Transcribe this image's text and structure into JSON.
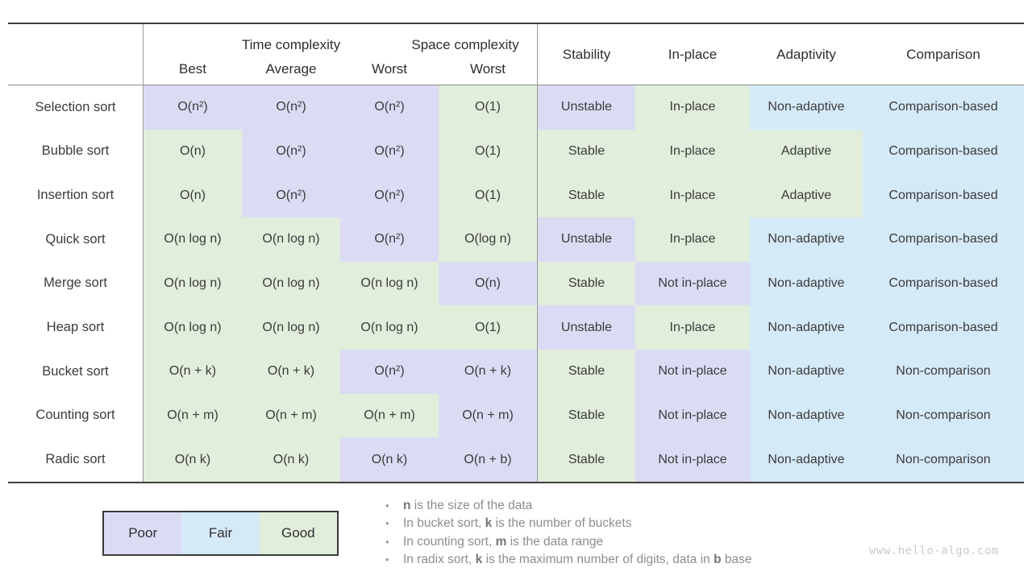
{
  "colors": {
    "poor": "#dbdcf4",
    "fair": "#d5eaf8",
    "good": "#e1eedb"
  },
  "header": {
    "time_group": "Time complexity",
    "space_group": "Space complexity",
    "sub_best": "Best",
    "sub_average": "Average",
    "sub_worst": "Worst",
    "sub_space_worst": "Worst",
    "stability": "Stability",
    "in_place": "In-place",
    "adaptivity": "Adaptivity",
    "comparison": "Comparison"
  },
  "table": {
    "rows": [
      {
        "name": "Selection sort",
        "cells": [
          {
            "text": "O(n²)",
            "tone": "poor"
          },
          {
            "text": "O(n²)",
            "tone": "poor"
          },
          {
            "text": "O(n²)",
            "tone": "poor"
          },
          {
            "text": "O(1)",
            "tone": "good"
          },
          {
            "text": "Unstable",
            "tone": "poor"
          },
          {
            "text": "In-place",
            "tone": "good"
          },
          {
            "text": "Non-adaptive",
            "tone": "fair"
          },
          {
            "text": "Comparison-based",
            "tone": "fair"
          }
        ]
      },
      {
        "name": "Bubble sort",
        "cells": [
          {
            "text": "O(n)",
            "tone": "good"
          },
          {
            "text": "O(n²)",
            "tone": "poor"
          },
          {
            "text": "O(n²)",
            "tone": "poor"
          },
          {
            "text": "O(1)",
            "tone": "good"
          },
          {
            "text": "Stable",
            "tone": "good"
          },
          {
            "text": "In-place",
            "tone": "good"
          },
          {
            "text": "Adaptive",
            "tone": "good"
          },
          {
            "text": "Comparison-based",
            "tone": "fair"
          }
        ]
      },
      {
        "name": "Insertion sort",
        "cells": [
          {
            "text": "O(n)",
            "tone": "good"
          },
          {
            "text": "O(n²)",
            "tone": "poor"
          },
          {
            "text": "O(n²)",
            "tone": "poor"
          },
          {
            "text": "O(1)",
            "tone": "good"
          },
          {
            "text": "Stable",
            "tone": "good"
          },
          {
            "text": "In-place",
            "tone": "good"
          },
          {
            "text": "Adaptive",
            "tone": "good"
          },
          {
            "text": "Comparison-based",
            "tone": "fair"
          }
        ]
      },
      {
        "name": "Quick sort",
        "cells": [
          {
            "text": "O(n log n)",
            "tone": "good"
          },
          {
            "text": "O(n log n)",
            "tone": "good"
          },
          {
            "text": "O(n²)",
            "tone": "poor"
          },
          {
            "text": "O(log n)",
            "tone": "good"
          },
          {
            "text": "Unstable",
            "tone": "poor"
          },
          {
            "text": "In-place",
            "tone": "good"
          },
          {
            "text": "Non-adaptive",
            "tone": "fair"
          },
          {
            "text": "Comparison-based",
            "tone": "fair"
          }
        ]
      },
      {
        "name": "Merge sort",
        "cells": [
          {
            "text": "O(n log n)",
            "tone": "good"
          },
          {
            "text": "O(n log n)",
            "tone": "good"
          },
          {
            "text": "O(n log n)",
            "tone": "good"
          },
          {
            "text": "O(n)",
            "tone": "poor"
          },
          {
            "text": "Stable",
            "tone": "good"
          },
          {
            "text": "Not in-place",
            "tone": "poor"
          },
          {
            "text": "Non-adaptive",
            "tone": "fair"
          },
          {
            "text": "Comparison-based",
            "tone": "fair"
          }
        ]
      },
      {
        "name": "Heap sort",
        "cells": [
          {
            "text": "O(n log n)",
            "tone": "good"
          },
          {
            "text": "O(n log n)",
            "tone": "good"
          },
          {
            "text": "O(n log n)",
            "tone": "good"
          },
          {
            "text": "O(1)",
            "tone": "good"
          },
          {
            "text": "Unstable",
            "tone": "poor"
          },
          {
            "text": "In-place",
            "tone": "good"
          },
          {
            "text": "Non-adaptive",
            "tone": "fair"
          },
          {
            "text": "Comparison-based",
            "tone": "fair"
          }
        ]
      },
      {
        "name": "Bucket sort",
        "cells": [
          {
            "text": "O(n + k)",
            "tone": "good"
          },
          {
            "text": "O(n + k)",
            "tone": "good"
          },
          {
            "text": "O(n²)",
            "tone": "poor"
          },
          {
            "text": "O(n + k)",
            "tone": "poor"
          },
          {
            "text": "Stable",
            "tone": "good"
          },
          {
            "text": "Not in-place",
            "tone": "poor"
          },
          {
            "text": "Non-adaptive",
            "tone": "fair"
          },
          {
            "text": "Non-comparison",
            "tone": "fair"
          }
        ]
      },
      {
        "name": "Counting sort",
        "cells": [
          {
            "text": "O(n + m)",
            "tone": "good"
          },
          {
            "text": "O(n + m)",
            "tone": "good"
          },
          {
            "text": "O(n + m)",
            "tone": "good"
          },
          {
            "text": "O(n + m)",
            "tone": "poor"
          },
          {
            "text": "Stable",
            "tone": "good"
          },
          {
            "text": "Not in-place",
            "tone": "poor"
          },
          {
            "text": "Non-adaptive",
            "tone": "fair"
          },
          {
            "text": "Non-comparison",
            "tone": "fair"
          }
        ]
      },
      {
        "name": "Radic sort",
        "cells": [
          {
            "text": "O(n k)",
            "tone": "good"
          },
          {
            "text": "O(n k)",
            "tone": "good"
          },
          {
            "text": "O(n k)",
            "tone": "poor"
          },
          {
            "text": "O(n + b)",
            "tone": "poor"
          },
          {
            "text": "Stable",
            "tone": "good"
          },
          {
            "text": "Not in-place",
            "tone": "poor"
          },
          {
            "text": "Non-adaptive",
            "tone": "fair"
          },
          {
            "text": "Non-comparison",
            "tone": "fair"
          }
        ]
      }
    ]
  },
  "legend": {
    "items": [
      {
        "label": "Poor",
        "tone": "poor"
      },
      {
        "label": "Fair",
        "tone": "fair"
      },
      {
        "label": "Good",
        "tone": "good"
      }
    ]
  },
  "notes": [
    {
      "segments": [
        {
          "text": "n",
          "bold": true
        },
        {
          "text": " is the size of the data",
          "bold": false
        }
      ]
    },
    {
      "segments": [
        {
          "text": "In bucket sort, ",
          "bold": false
        },
        {
          "text": "k",
          "bold": true
        },
        {
          "text": " is the number of buckets",
          "bold": false
        }
      ]
    },
    {
      "segments": [
        {
          "text": "In counting sort, ",
          "bold": false
        },
        {
          "text": "m",
          "bold": true
        },
        {
          "text": " is the data range",
          "bold": false
        }
      ]
    },
    {
      "segments": [
        {
          "text": "In radix sort, ",
          "bold": false
        },
        {
          "text": "k",
          "bold": true
        },
        {
          "text": " is the maximum number of digits, data in ",
          "bold": false
        },
        {
          "text": "b",
          "bold": true
        },
        {
          "text": " base",
          "bold": false
        }
      ]
    }
  ],
  "watermark": "www.hello-algo.com",
  "chart_data": {
    "type": "table",
    "title": "Sorting algorithms comparison",
    "columns": [
      "Algorithm",
      "Time complexity Best",
      "Time complexity Average",
      "Time complexity Worst",
      "Space complexity Worst",
      "Stability",
      "In-place",
      "Adaptivity",
      "Comparison"
    ],
    "rows": [
      [
        "Selection sort",
        "O(n²)",
        "O(n²)",
        "O(n²)",
        "O(1)",
        "Unstable",
        "In-place",
        "Non-adaptive",
        "Comparison-based"
      ],
      [
        "Bubble sort",
        "O(n)",
        "O(n²)",
        "O(n²)",
        "O(1)",
        "Stable",
        "In-place",
        "Adaptive",
        "Comparison-based"
      ],
      [
        "Insertion sort",
        "O(n)",
        "O(n²)",
        "O(n²)",
        "O(1)",
        "Stable",
        "In-place",
        "Adaptive",
        "Comparison-based"
      ],
      [
        "Quick sort",
        "O(n log n)",
        "O(n log n)",
        "O(n²)",
        "O(log n)",
        "Unstable",
        "In-place",
        "Non-adaptive",
        "Comparison-based"
      ],
      [
        "Merge sort",
        "O(n log n)",
        "O(n log n)",
        "O(n log n)",
        "O(n)",
        "Stable",
        "Not in-place",
        "Non-adaptive",
        "Comparison-based"
      ],
      [
        "Heap sort",
        "O(n log n)",
        "O(n log n)",
        "O(n log n)",
        "O(1)",
        "Unstable",
        "In-place",
        "Non-adaptive",
        "Comparison-based"
      ],
      [
        "Bucket sort",
        "O(n + k)",
        "O(n + k)",
        "O(n²)",
        "O(n + k)",
        "Stable",
        "Not in-place",
        "Non-adaptive",
        "Non-comparison"
      ],
      [
        "Counting sort",
        "O(n + m)",
        "O(n + m)",
        "O(n + m)",
        "O(n + m)",
        "Stable",
        "Not in-place",
        "Non-adaptive",
        "Non-comparison"
      ],
      [
        "Radic sort",
        "O(n k)",
        "O(n k)",
        "O(n k)",
        "O(n + b)",
        "Stable",
        "Not in-place",
        "Non-adaptive",
        "Non-comparison"
      ]
    ],
    "cell_ratings_legend": {
      "poor": "lavender #dbdcf4",
      "fair": "blue #d5eaf8",
      "good": "green #e1eedb"
    }
  }
}
